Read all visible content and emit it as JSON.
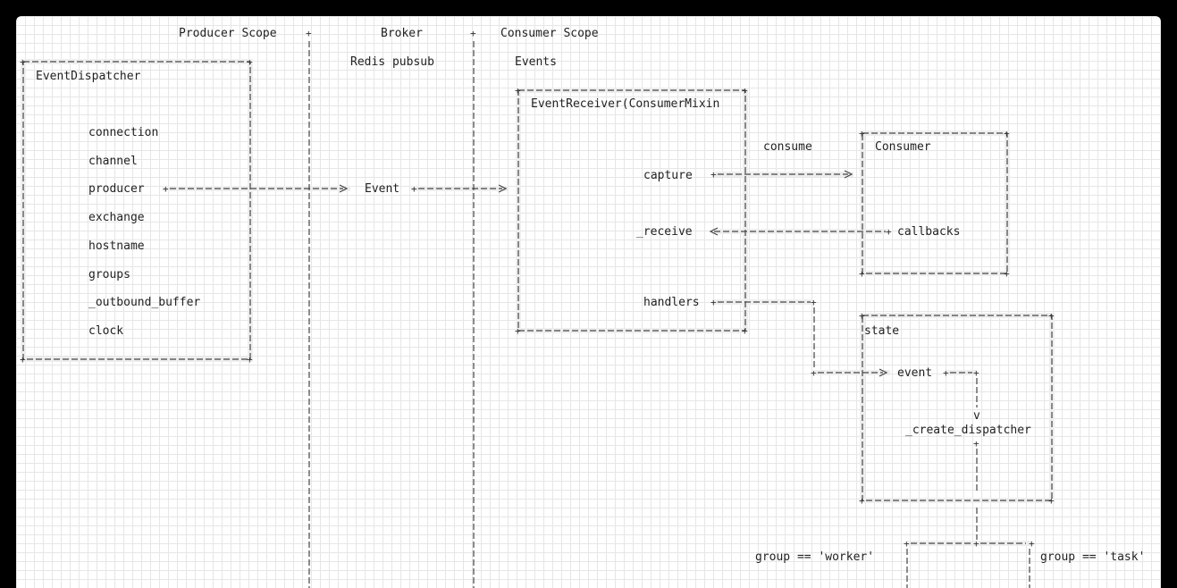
{
  "columns": {
    "producer": "Producer Scope",
    "broker": "Broker",
    "consumer": "Consumer Scope"
  },
  "broker": {
    "subtitle": "Redis pubsub",
    "event": "Event"
  },
  "consumer": {
    "subtitle": "Events"
  },
  "event_dispatcher": {
    "title": "EventDispatcher",
    "attributes": [
      "connection",
      "channel",
      "producer",
      "exchange",
      "hostname",
      "groups",
      "_outbound_buffer",
      "clock"
    ]
  },
  "event_receiver": {
    "title": "EventReceiver(ConsumerMixin",
    "capture": "capture",
    "receive": "_receive",
    "handlers": "handlers"
  },
  "consumer_box": {
    "title": "Consumer",
    "consume": "consume",
    "callbacks": "callbacks"
  },
  "state_box": {
    "title": "state",
    "event": "event",
    "v": "v",
    "create_dispatcher": "_create_dispatcher"
  },
  "groups": {
    "worker": "group == 'worker'",
    "task": "group == 'task'"
  }
}
